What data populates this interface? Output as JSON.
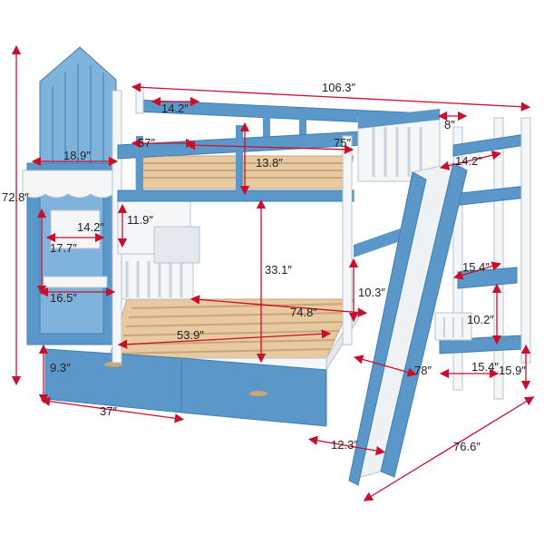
{
  "colors": {
    "frame_blue": "#5b98c9",
    "frame_blue_dark": "#3f7fb3",
    "panel_light_blue": "#7fb3dc",
    "white_wood": "#f4f6f8",
    "slat_wood": "#e8c9a0",
    "slat_wood_dark": "#c9a57a",
    "slide_white": "#eef2f5",
    "dimension_red": "#c8102e",
    "label_text": "#222222"
  },
  "product": {
    "name": "",
    "description_shown": false
  },
  "dimensions": [
    {
      "id": "overall-height",
      "label": "72.8″"
    },
    {
      "id": "overall-length",
      "label": "106.3″"
    },
    {
      "id": "top-bunk-rail-offset",
      "label": "14.2″"
    },
    {
      "id": "tower-width",
      "label": "18.9″"
    },
    {
      "id": "top-bunk-inner-length",
      "label": "57″"
    },
    {
      "id": "top-bunk-mattress-length",
      "label": "75″"
    },
    {
      "id": "top-rail-height",
      "label": "13.8″"
    },
    {
      "id": "slide-rail-gap",
      "label": "8″"
    },
    {
      "id": "right-ladder-depth",
      "label": "14.2″"
    },
    {
      "id": "window-width",
      "label": "14.2″"
    },
    {
      "id": "window-height",
      "label": "11.9″"
    },
    {
      "id": "tower-step-height",
      "label": "17.7″"
    },
    {
      "id": "bunk-clearance",
      "label": "33.1″"
    },
    {
      "id": "step-width",
      "label": "15.4″"
    },
    {
      "id": "lower-rail-height",
      "label": "10.3″"
    },
    {
      "id": "tower-base-width",
      "label": "16.5″"
    },
    {
      "id": "lower-mattress-length",
      "label": "74.8″"
    },
    {
      "id": "lower-bunk-width",
      "label": "53.9″"
    },
    {
      "id": "step-rise",
      "label": "10.2″"
    },
    {
      "id": "drawer-height",
      "label": "9.3″"
    },
    {
      "id": "slide-total-length",
      "label": "78″"
    },
    {
      "id": "bottom-step-width",
      "label": "15.4″"
    },
    {
      "id": "bottom-step-height",
      "label": "15.9″"
    },
    {
      "id": "drawer-width",
      "label": "37″"
    },
    {
      "id": "slide-width",
      "label": "12.3″"
    },
    {
      "id": "overall-depth",
      "label": "76.6″"
    }
  ]
}
